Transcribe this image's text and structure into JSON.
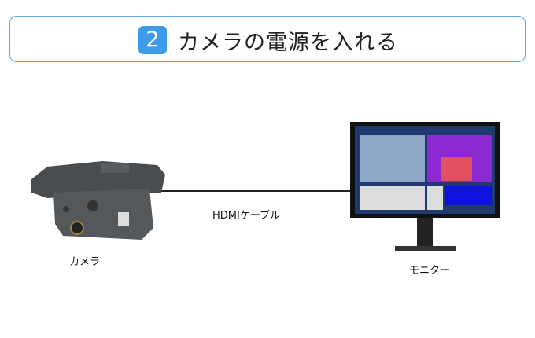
{
  "header": {
    "step_number": "2",
    "title": "カメラの電源を入れる",
    "accent": "#3d9be9"
  },
  "labels": {
    "camera": "カメラ",
    "cable": "HDMIケーブル",
    "monitor": "モニター"
  }
}
